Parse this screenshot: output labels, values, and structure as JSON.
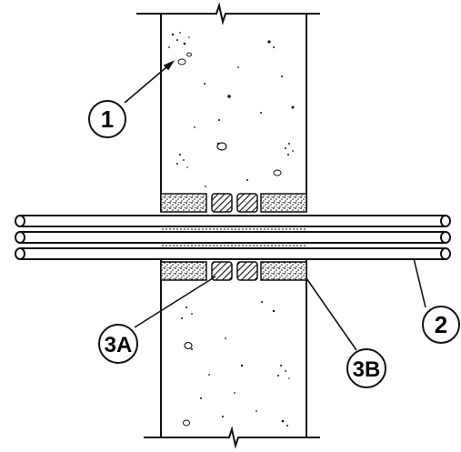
{
  "callouts": {
    "wall": "1",
    "pipes": "2",
    "seal_a": "3A",
    "seal_b": "3B"
  },
  "colors": {
    "ink": "#111111",
    "paper": "#ffffff"
  }
}
